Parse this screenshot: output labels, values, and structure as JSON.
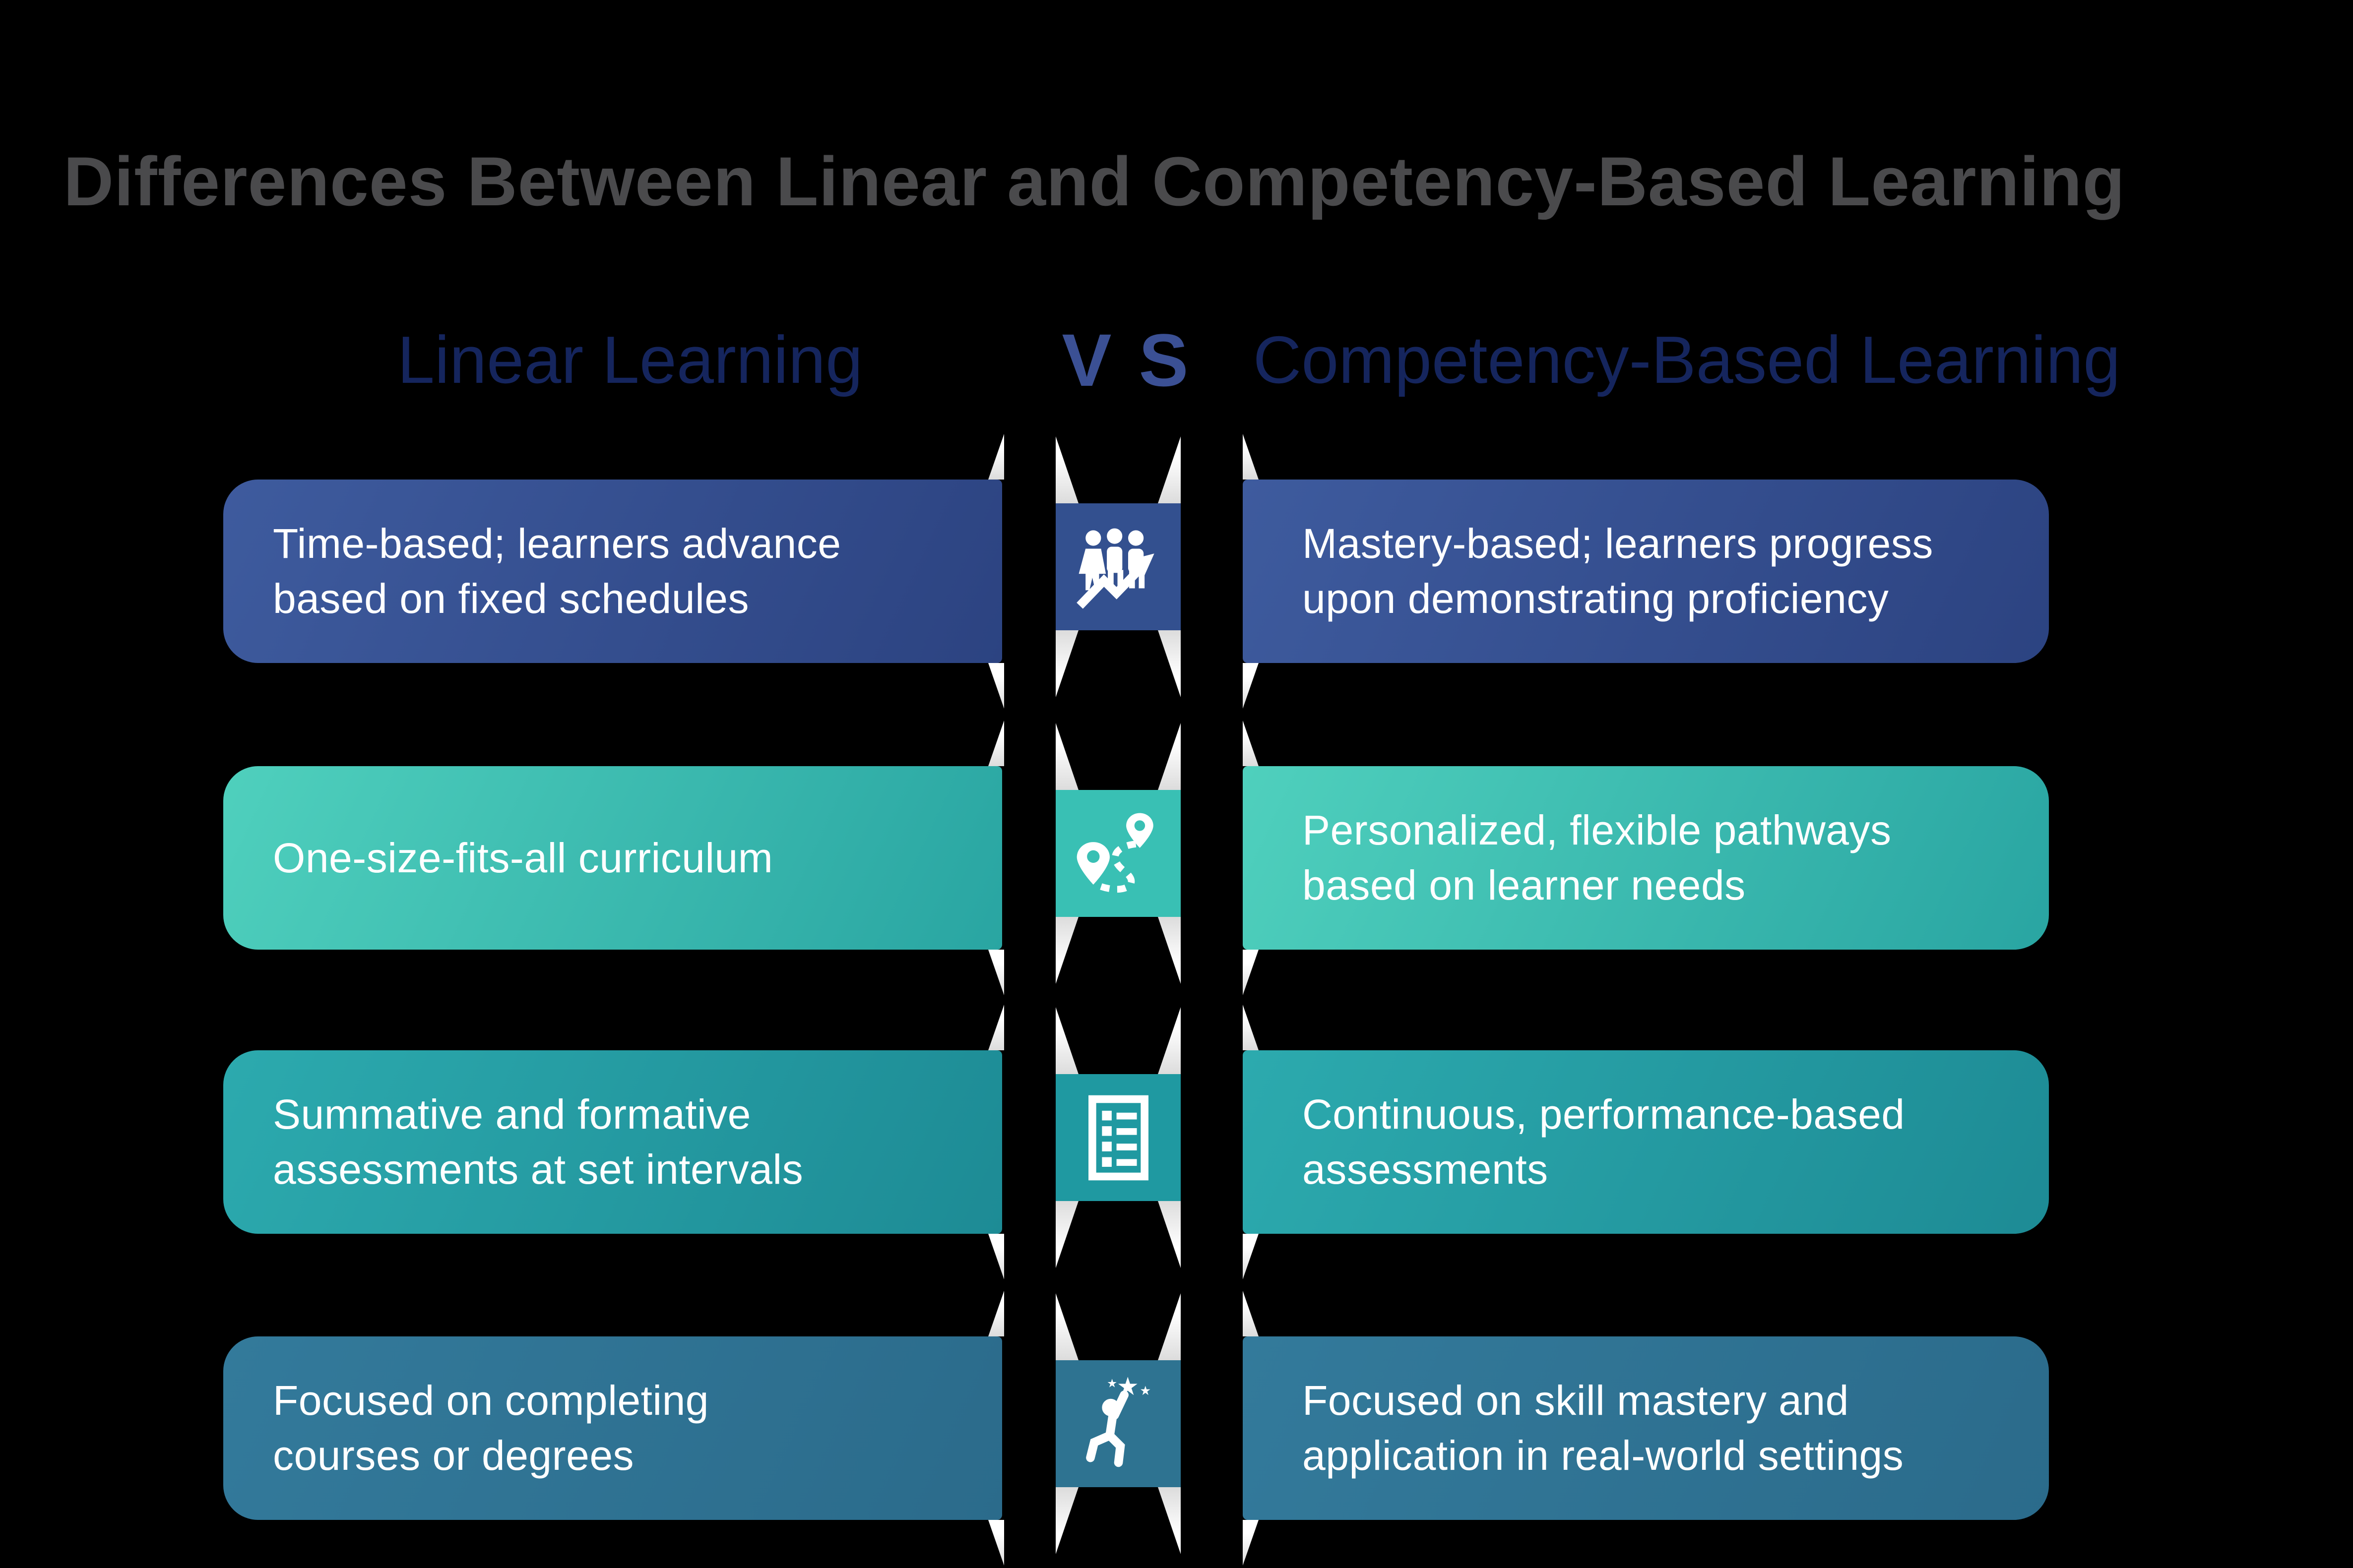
{
  "title": "Differences Between Linear and Competency-Based Learning",
  "title_color": "#4a4a4c",
  "background": "#000000",
  "header": {
    "left_label": "Linear Learning",
    "vs_label": "VS",
    "right_label": "Competency-Based Learning",
    "header_color": "#15255d",
    "vs_color": "#3b5094"
  },
  "rows": [
    {
      "id": "advancement",
      "icon": "people-growth-icon",
      "left": "Time-based; learners advance\nbased on fixed schedules",
      "right": "Mastery-based; learners progress\nupon demonstrating proficiency",
      "colors": {
        "box_start": "#3e5b9e",
        "box_end": "#2c4381",
        "plate": "#33508f"
      }
    },
    {
      "id": "curriculum",
      "icon": "route-path-icon",
      "left": "One-size-fits-all curriculum",
      "right": "Personalized, flexible pathways\nbased on learner needs",
      "colors": {
        "box_start": "#4fd0bd",
        "box_end": "#29a5a2",
        "plate": "#39c0b4"
      }
    },
    {
      "id": "assessment",
      "icon": "checklist-icon",
      "left": "Summative and formative\nassessments at set intervals",
      "right": "Continuous, performance-based\nassessments",
      "colors": {
        "box_start": "#2caaae",
        "box_end": "#1d8b95",
        "plate": "#1f99a1"
      }
    },
    {
      "id": "focus",
      "icon": "achievement-icon",
      "left": "Focused on completing\ncourses or degrees",
      "right": "Focused on skill mastery and\napplication in real-world settings",
      "colors": {
        "box_start": "#337a9b",
        "box_end": "#2b6b8b",
        "plate": "#2e7391"
      }
    }
  ]
}
